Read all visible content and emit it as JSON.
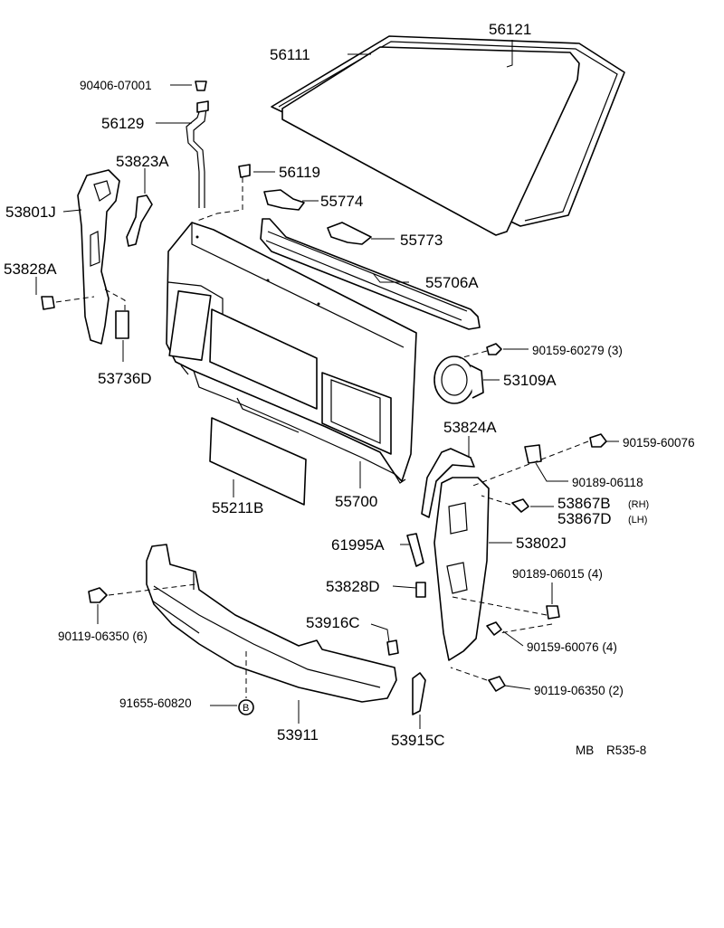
{
  "labels": {
    "p56121": "56121",
    "p56111": "56111",
    "p90406_07001": "90406-07001",
    "p56129": "56129",
    "p53823A": "53823A",
    "p56119": "56119",
    "p55774": "55774",
    "p53801J": "53801J",
    "p55773": "55773",
    "p53828A": "53828A",
    "p55706A": "55706A",
    "p90159_60279": "90159-60279 (3)",
    "p53736D": "53736D",
    "p53109A": "53109A",
    "p53824A": "53824A",
    "p90159_60076_top": "90159-60076",
    "p90189_06118": "90189-06118",
    "p55211B": "55211B",
    "p55700": "55700",
    "p53867B": "53867B",
    "p53867B_side": "(RH)",
    "p53867D": "53867D",
    "p53867D_side": "(LH)",
    "p61995A": "61995A",
    "p53802J": "53802J",
    "p90189_06015": "90189-06015 (4)",
    "p53828D": "53828D",
    "p53916C": "53916C",
    "p90119_06350_6": "90119-06350 (6)",
    "p90159_60076_4": "90159-60076 (4)",
    "p90119_06350_2": "90119-06350 (2)",
    "p91655_60820": "91655-60820",
    "p53911": "53911",
    "p53915C": "53915C",
    "b_marker": "B",
    "ref_code_1": "MB",
    "ref_code_2": "R535-8"
  }
}
